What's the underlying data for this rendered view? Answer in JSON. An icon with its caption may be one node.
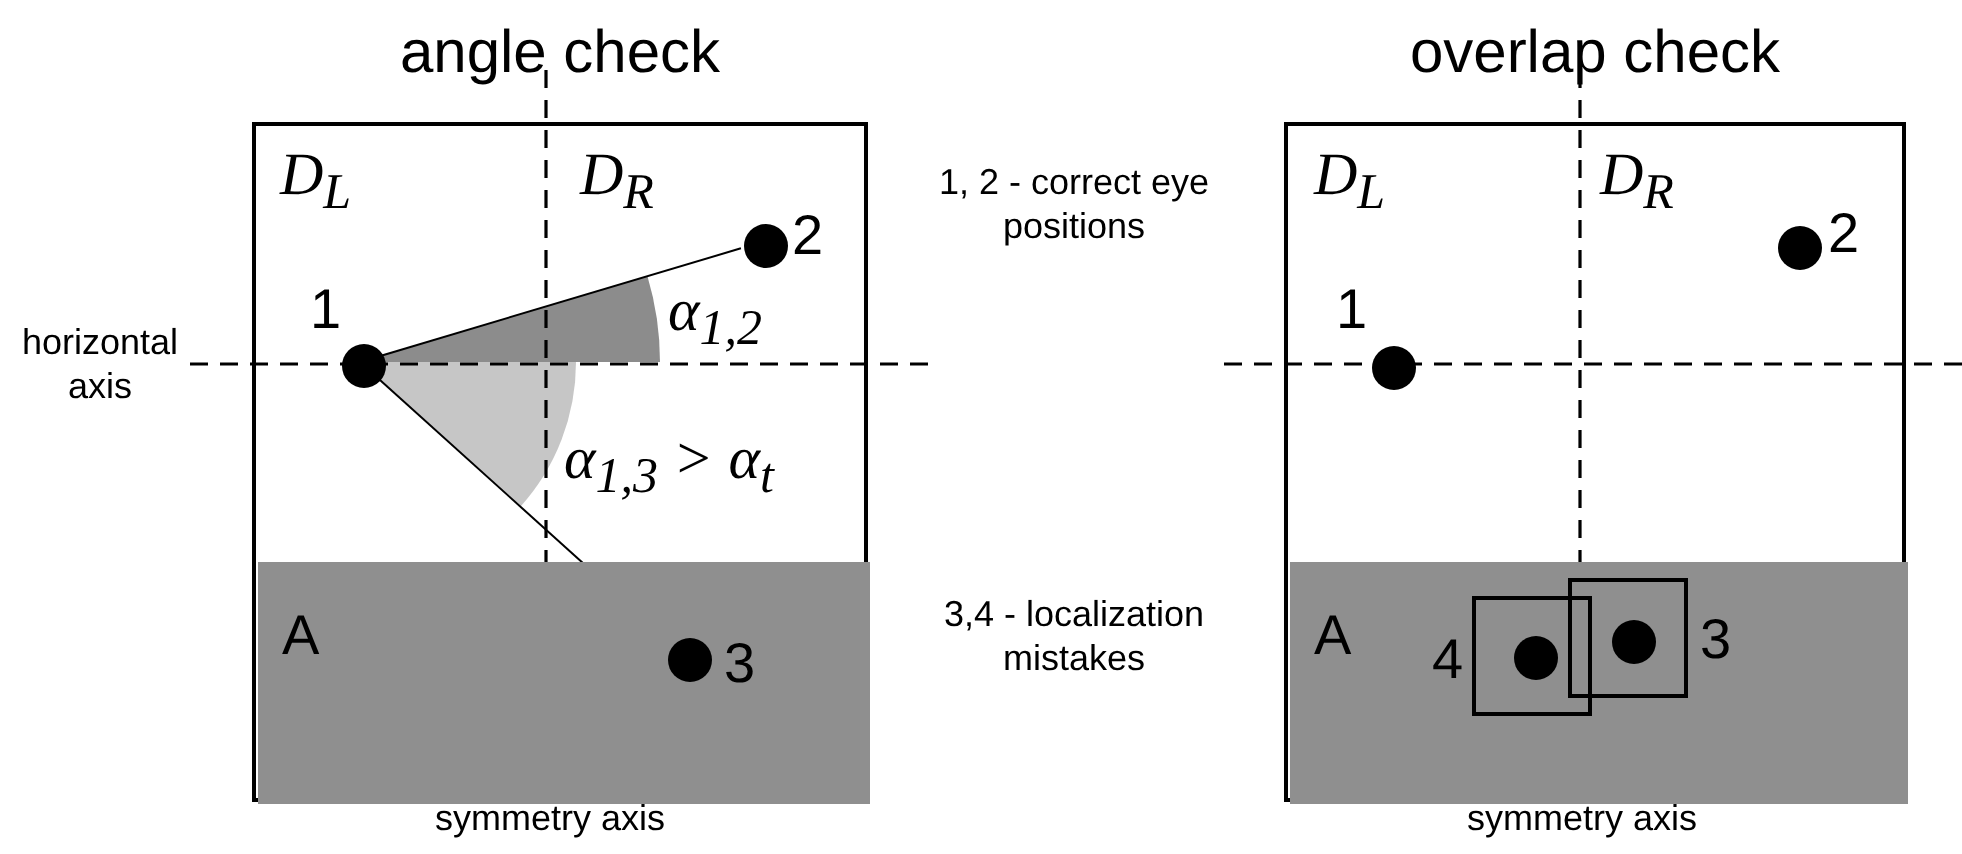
{
  "diagram": {
    "nodes": [
      {
        "text": [
          "angle check"
        ]
      },
      {
        "text": [
          "A"
        ],
        "in": 0
      },
      {
        "text": [],
        "shape": "circle",
        "in": 0,
        "beside": [
          "1"
        ]
      },
      {
        "text": [],
        "shape": "circle",
        "in": 0,
        "beside": [
          "2"
        ]
      },
      {
        "text": [],
        "shape": "circle",
        "in": 1,
        "beside": [
          "3"
        ]
      },
      {
        "text": [
          "overlap check"
        ]
      },
      {
        "text": [
          "A"
        ],
        "in": 5
      },
      {
        "text": [],
        "shape": "circle",
        "in": 5,
        "beside": [
          "1"
        ]
      },
      {
        "text": [],
        "shape": "circle",
        "in": 5,
        "beside": [
          "2"
        ]
      },
      {
        "text": [],
        "shape": "box",
        "in": 6,
        "beside": [
          "4"
        ]
      },
      {
        "text": [],
        "shape": "circle",
        "in": 9
      },
      {
        "text": [],
        "shape": "box",
        "in": 6,
        "beside": [
          "3"
        ]
      },
      {
        "text": [],
        "shape": "circle",
        "in": 11
      }
    ],
    "edges": [
      {
        "from": 2,
        "to": 3,
        "arrow": "none"
      },
      {
        "from": 2,
        "to": 4,
        "arrow": "none"
      }
    ],
    "labels": [
      "D$_{L}$",
      "D$_{R}$",
      "1, 2 - correct eye positions",
      "D$_{L}$",
      "D$_{R}$",
      "horizontal axis",
      "α$_{1,2}$",
      "α$_{1,3}$ > α$_{t}$",
      "3,4 - localization mistakes",
      "symmetry axis",
      "symmetry axis"
    ]
  }
}
